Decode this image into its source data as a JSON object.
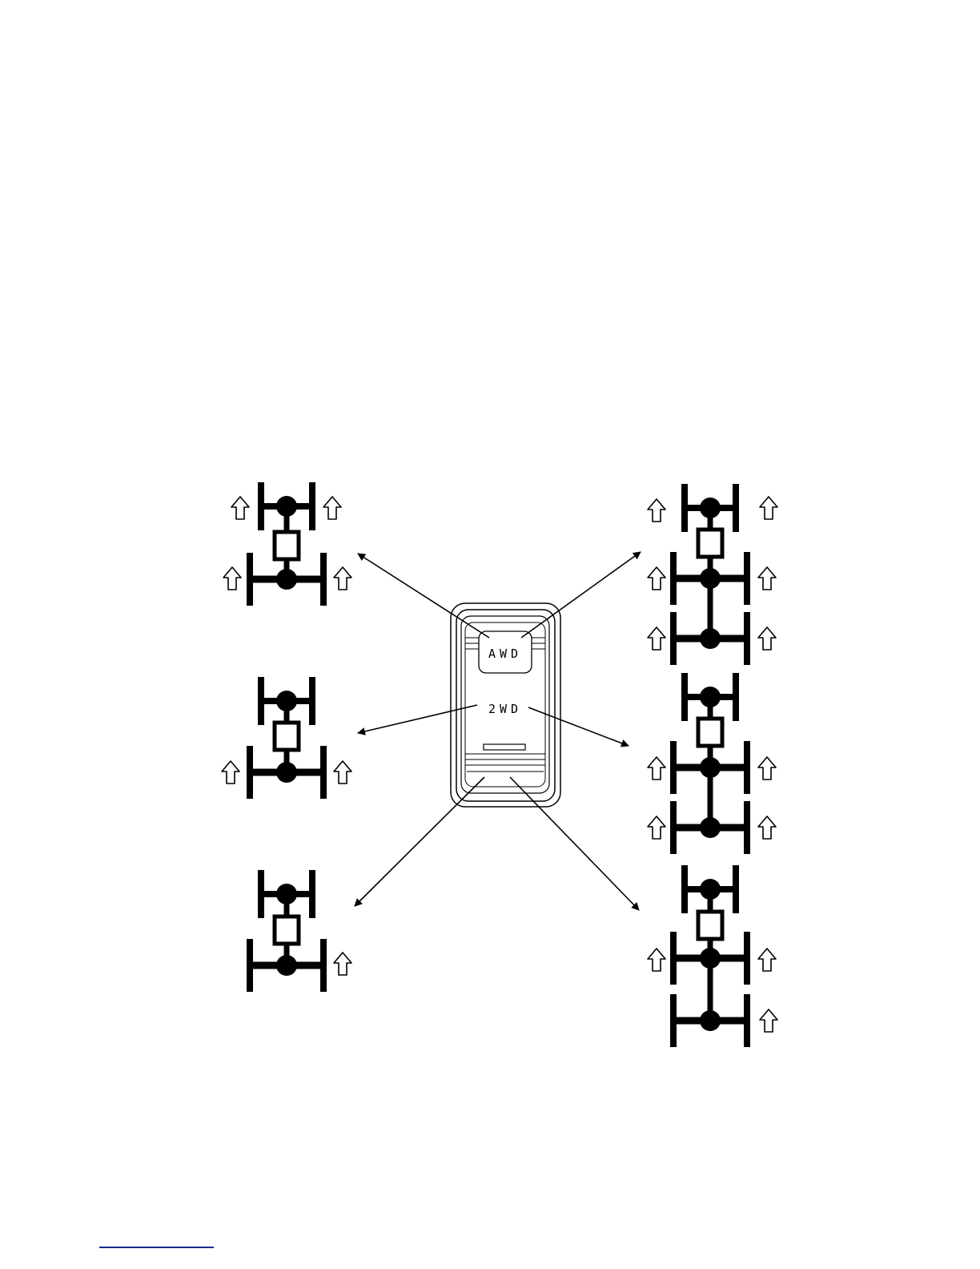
{
  "diagram": {
    "switch": {
      "top_label": "AWD",
      "middle_label": "2WD"
    },
    "configurations": [
      {
        "id": "two-axle-all",
        "drive_arrows": 4
      },
      {
        "id": "two-axle-rear",
        "drive_arrows": 2
      },
      {
        "id": "two-axle-rear-right",
        "drive_arrows": 1
      },
      {
        "id": "three-axle-all",
        "drive_arrows": 6
      },
      {
        "id": "three-axle-rear-pair",
        "drive_arrows": 4
      },
      {
        "id": "three-axle-split",
        "drive_arrows": 3
      }
    ],
    "icons": [
      "drive-arrow-icon",
      "axle-icon",
      "transfer-case-icon"
    ],
    "colors": {
      "ink": "#000000",
      "footnote_rule": "#1a2b8f"
    }
  }
}
